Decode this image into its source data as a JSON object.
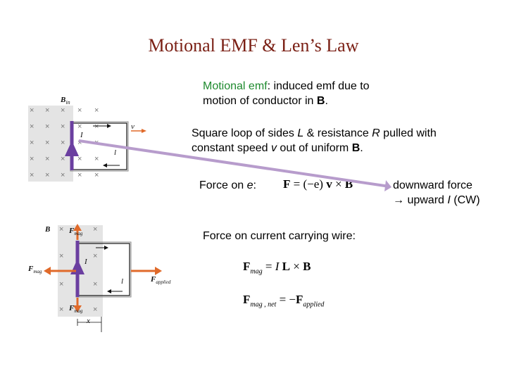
{
  "title": "Motional EMF & Len’s Law",
  "definition": {
    "term": "Motional emf",
    "rest_line1": ":  induced emf due to",
    "line2_prefix": "motion of conductor in ",
    "line2_B": "B",
    "line2_end": "."
  },
  "setup": {
    "l1_a": "Square loop of sides ",
    "l1_L": "L",
    "l1_b": " & resistance ",
    "l1_R": "R",
    "l1_c": " pulled with",
    "l2_a": "constant speed ",
    "l2_v": "v",
    "l2_b": " out of uniform ",
    "l2_B": "B",
    "l2_c": "."
  },
  "force_e": {
    "label_a": "Force on ",
    "label_e": "e",
    "label_b": ":"
  },
  "eq1": {
    "lhs": "F",
    "eq": " = ",
    "paren": "(−e)",
    "v": " v",
    "x": " × ",
    "B": "B"
  },
  "result": {
    "line1": "downward force",
    "arrow": "→",
    "line2_a": "  upward ",
    "line2_I": "I",
    "line2_b": " (CW)"
  },
  "force_wire": {
    "label": "Force on current carrying wire:"
  },
  "eq2": {
    "F": "F",
    "sub": "mag",
    "eq": " = ",
    "I": "I",
    "L": " L",
    "x": " × ",
    "B": "B"
  },
  "eq3": {
    "F1": "F",
    "sub1": "mag , net",
    "eq": " = −",
    "F2": "F",
    "sub2": "applied"
  },
  "fig1": {
    "cross": "×",
    "B_in": "B",
    "B_in_sub": "in",
    "I": "I",
    "v": "v",
    "l": "l"
  },
  "fig2": {
    "B": "B",
    "F": "F",
    "mag": "mag",
    "applied": "applied",
    "I": "I",
    "l": "l",
    "x": "x"
  },
  "colors": {
    "title": "#7a1f14",
    "term": "#1e8a2e",
    "field_region": "#e4e4e4",
    "current_arrow": "#6b3fa0",
    "pointer": "#b79ccc",
    "force_arrow": "#e06a2a"
  }
}
